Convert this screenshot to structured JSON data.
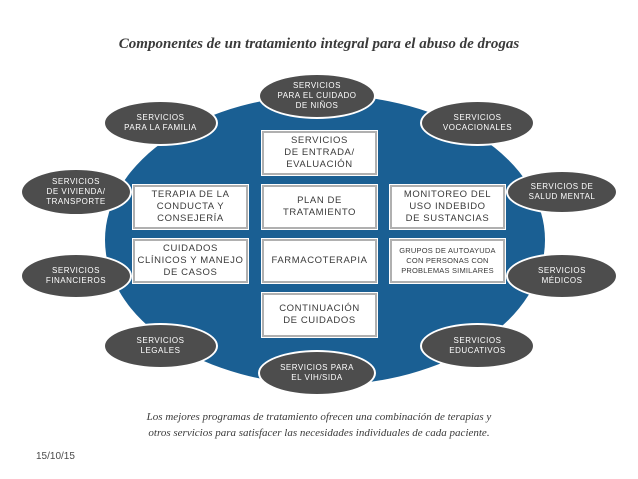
{
  "title": "Componentes de un tratamiento integral para el abuso de drogas",
  "outer_services": [
    {
      "id": "ninos",
      "label": "Servicios\npara el cuidado\nde niños"
    },
    {
      "id": "familia",
      "label": "Servicios\npara la familia"
    },
    {
      "id": "vocacionales",
      "label": "Servicios\nvocacionales"
    },
    {
      "id": "vivienda",
      "label": "Servicios\nde vivienda/\ntransporte"
    },
    {
      "id": "salud-mental",
      "label": "Servicios de\nsalud mental"
    },
    {
      "id": "financieros",
      "label": "Servicios\nfinancieros"
    },
    {
      "id": "medicos",
      "label": "Servicios\nmédicos"
    },
    {
      "id": "legales",
      "label": "Servicios\nlegales"
    },
    {
      "id": "educativos",
      "label": "Servicios\neducativos"
    },
    {
      "id": "vih",
      "label": "Servicios para\nel VIH/SIDA"
    }
  ],
  "core_components": [
    {
      "id": "entrada",
      "label": "Servicios\nde entrada/\nevaluación"
    },
    {
      "id": "terapia",
      "label": "Terapia de la\nconducta y\nconsejería"
    },
    {
      "id": "plan",
      "label": "Plan de\ntratamiento"
    },
    {
      "id": "monitoreo",
      "label": "Monitoreo del\nuso indebido\nde sustancias"
    },
    {
      "id": "cuidados",
      "label": "Cuidados\nclínicos y manejo\nde casos"
    },
    {
      "id": "farmaco",
      "label": "Farmacoterapia"
    },
    {
      "id": "autoayuda",
      "label": "Grupos de autoayuda\ncon personas con\nproblemas similares"
    },
    {
      "id": "continuacion",
      "label": "Continuación\nde cuidados"
    }
  ],
  "caption": "Los mejores programas de tratamiento ofrecen una combinación de terapias y\notros servicios para satisfacer las necesidades individuales de cada paciente.",
  "date": "15/10/15",
  "colors": {
    "ellipse": "#1a5f93",
    "oval": "#4d4d4d",
    "box_border": "#b0b0b0"
  }
}
